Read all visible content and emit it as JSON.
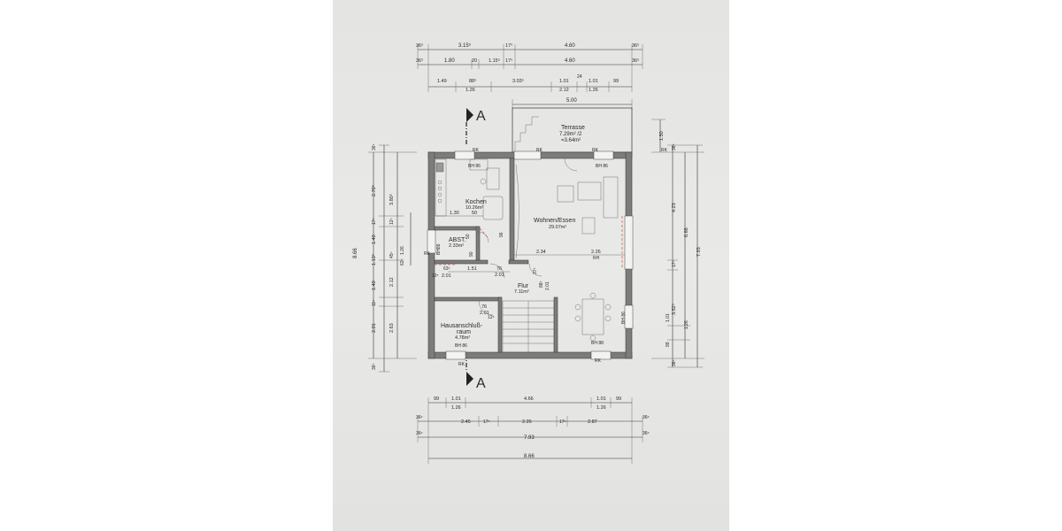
{
  "section_marker": {
    "letter": "A"
  },
  "terrace": {
    "name": "Terrasse",
    "area": "7.29m² /2",
    "area_half": "=3.64m²"
  },
  "rooms": [
    {
      "key": "kochen",
      "name": "Kochen",
      "area": "10.26m²"
    },
    {
      "key": "wohnen",
      "name": "Wohnen/Essen",
      "area": "29.07m²"
    },
    {
      "key": "abst",
      "name": "ABST.",
      "area": "2.33m²"
    },
    {
      "key": "flur",
      "name": "Flur",
      "area": "7.11m²"
    },
    {
      "key": "hausanschluss",
      "name": "Hausanschluß-",
      "name2": "raum",
      "area": "4.78m²"
    }
  ],
  "labels": {
    "rk": "RK",
    "rh": "RH",
    "bh86": "BH 86",
    "bh88": "BH 88",
    "bh86_alt": "BH 86",
    "bh86_v": "BH 86",
    "bh86_left": "BH86"
  },
  "top_dims": {
    "row1": [
      "36⁵",
      "3.15⁵",
      "17⁵",
      "4.60",
      "36⁵"
    ],
    "row2": [
      "36⁵",
      "1.80",
      "20",
      "1.15⁵",
      "17⁵",
      "4.60",
      "36⁵"
    ],
    "row3": [
      "1.49",
      "88⁵",
      "3.03⁵",
      "1.01",
      "24",
      "1.01",
      "99"
    ],
    "row3b": [
      "1.26",
      "2.12",
      "1.26"
    ],
    "terrace_width": "5.00"
  },
  "bottom_dims": {
    "row1": [
      "99",
      "1.01",
      "4.66",
      "1.01",
      "99"
    ],
    "row1b": [
      "1.26",
      "1.26"
    ],
    "row2": [
      "36⁵",
      "2.45",
      "17⁵",
      "2.26",
      "17⁵",
      "2.87",
      "36⁵"
    ],
    "row3": [
      "36⁵",
      "7.93",
      "36⁵"
    ],
    "row4": [
      "8.66"
    ]
  },
  "left_dims": {
    "outer": "8.66",
    "col1": [
      "36⁵",
      "2.70⁵",
      "17⁵",
      "1.40",
      "1.13⁵",
      "1.40",
      "11⁵",
      "2.01",
      "36⁵"
    ],
    "col2": [
      "3.80⁵",
      "12⁵",
      "45⁵",
      "2.12",
      "2.63"
    ],
    "col3": [
      "1.26",
      "62⁵"
    ]
  },
  "right_dims": {
    "col1": [
      "1.50",
      "36⁵",
      "4.23",
      "17⁵",
      "3.52⁵",
      "36⁵"
    ],
    "col2": [
      "6.66",
      "1.26"
    ],
    "col3": [
      "7.93"
    ],
    "col4": [
      "1.01",
      "99"
    ]
  },
  "inner_dims": [
    "1.30",
    "50",
    "50",
    "90",
    "1.51",
    "76",
    "2.01",
    "63⁵",
    "12⁵",
    "2.01",
    "2.34",
    "2.26",
    "88⁵",
    "2.01",
    "37⁵",
    "76",
    "2.01",
    "12⁵",
    "96"
  ]
}
